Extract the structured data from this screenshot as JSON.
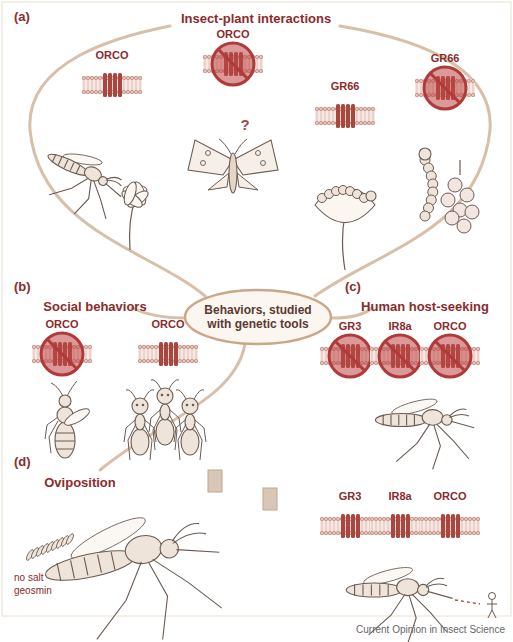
{
  "diagram": {
    "nodes": [
      {
        "text": [
          "Behaviors, studied with genetic tools"
        ]
      }
    ],
    "labels": [
      "(a)",
      "Insect-plant interactions",
      "ORCO",
      "ORCO",
      "?",
      "GR66",
      "GR66",
      "(b)",
      "Social behaviors",
      "ORCO",
      "ORCO",
      "(c)",
      "Human host-seeking",
      "GR3",
      "IR8a",
      "ORCO",
      "GR3",
      "IR8a",
      "ORCO",
      "(d)",
      "Oviposition",
      "no salt",
      "geosmin",
      "Current Opinion in Insect Science"
    ]
  }
}
